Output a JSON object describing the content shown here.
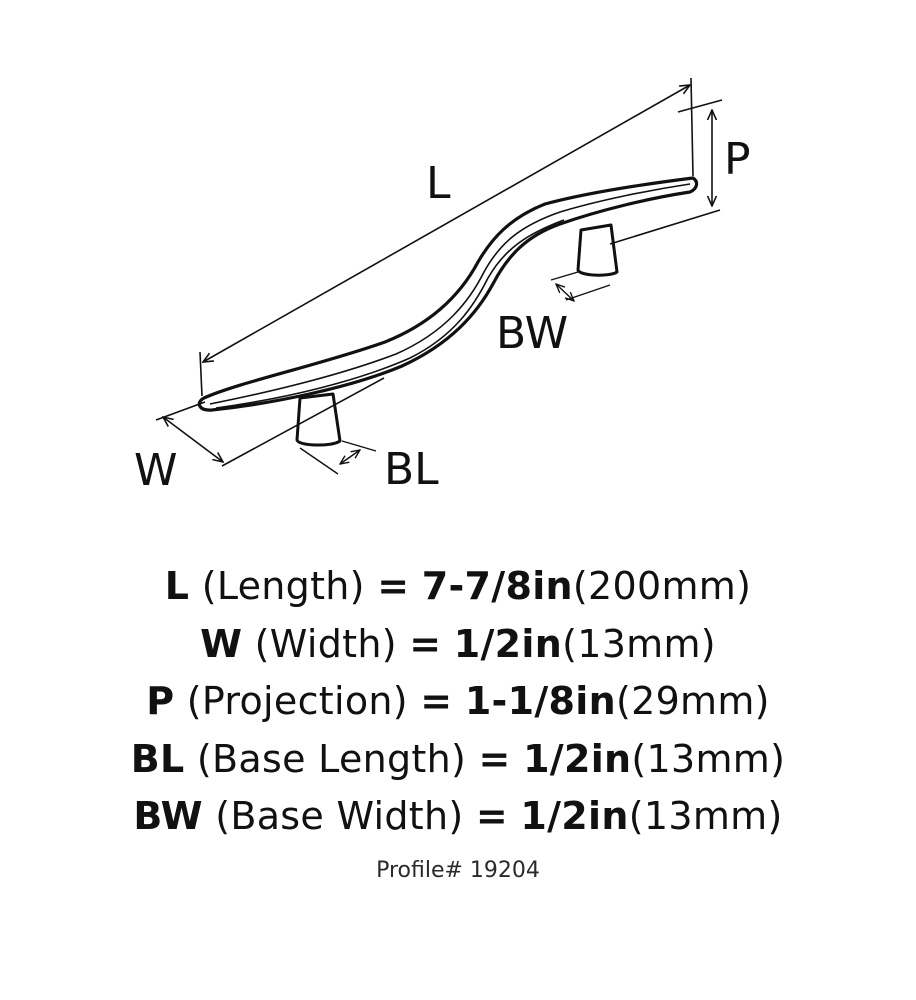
{
  "diagram": {
    "labels": {
      "L": "L",
      "P": "P",
      "BW": "BW",
      "W": "W",
      "BL": "BL"
    }
  },
  "specs": [
    {
      "code": "L",
      "name": "(Length)",
      "eq": "=",
      "value": "7-7/8in",
      "metric": "(200mm)"
    },
    {
      "code": "W",
      "name": "(Width)",
      "eq": "=",
      "value": "1/2in",
      "metric": "(13mm)"
    },
    {
      "code": "P",
      "name": "(Projection)",
      "eq": "=",
      "value": "1-1/8in",
      "metric": "(29mm)"
    },
    {
      "code": "BL",
      "name": "(Base Length)",
      "eq": "=",
      "value": "1/2in",
      "metric": "(13mm)"
    },
    {
      "code": "BW",
      "name": "(Base Width)",
      "eq": "=",
      "value": "1/2in",
      "metric": "(13mm)"
    }
  ],
  "profile": "Profile# 19204",
  "colors": {
    "ink": "#111111",
    "background": "#ffffff"
  }
}
